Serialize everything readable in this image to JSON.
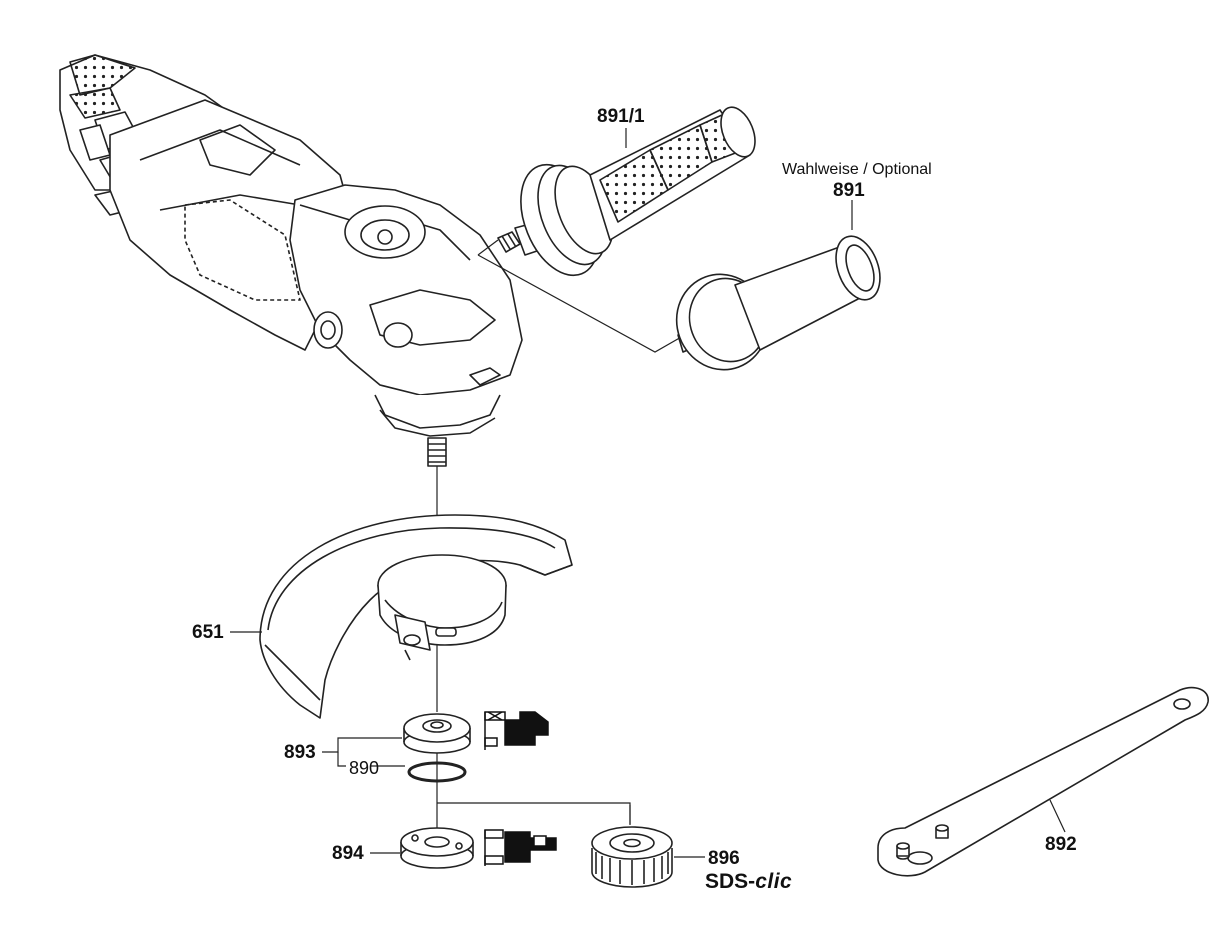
{
  "parts": {
    "p891_1": "891/1",
    "p891": "891",
    "p651": "651",
    "p893": "893",
    "p890": "890",
    "p894": "894",
    "p896": "896",
    "p892": "892"
  },
  "optional_note": "Wahlweise / Optional",
  "sds": {
    "prefix": "SDS-",
    "suffix": "clic"
  }
}
